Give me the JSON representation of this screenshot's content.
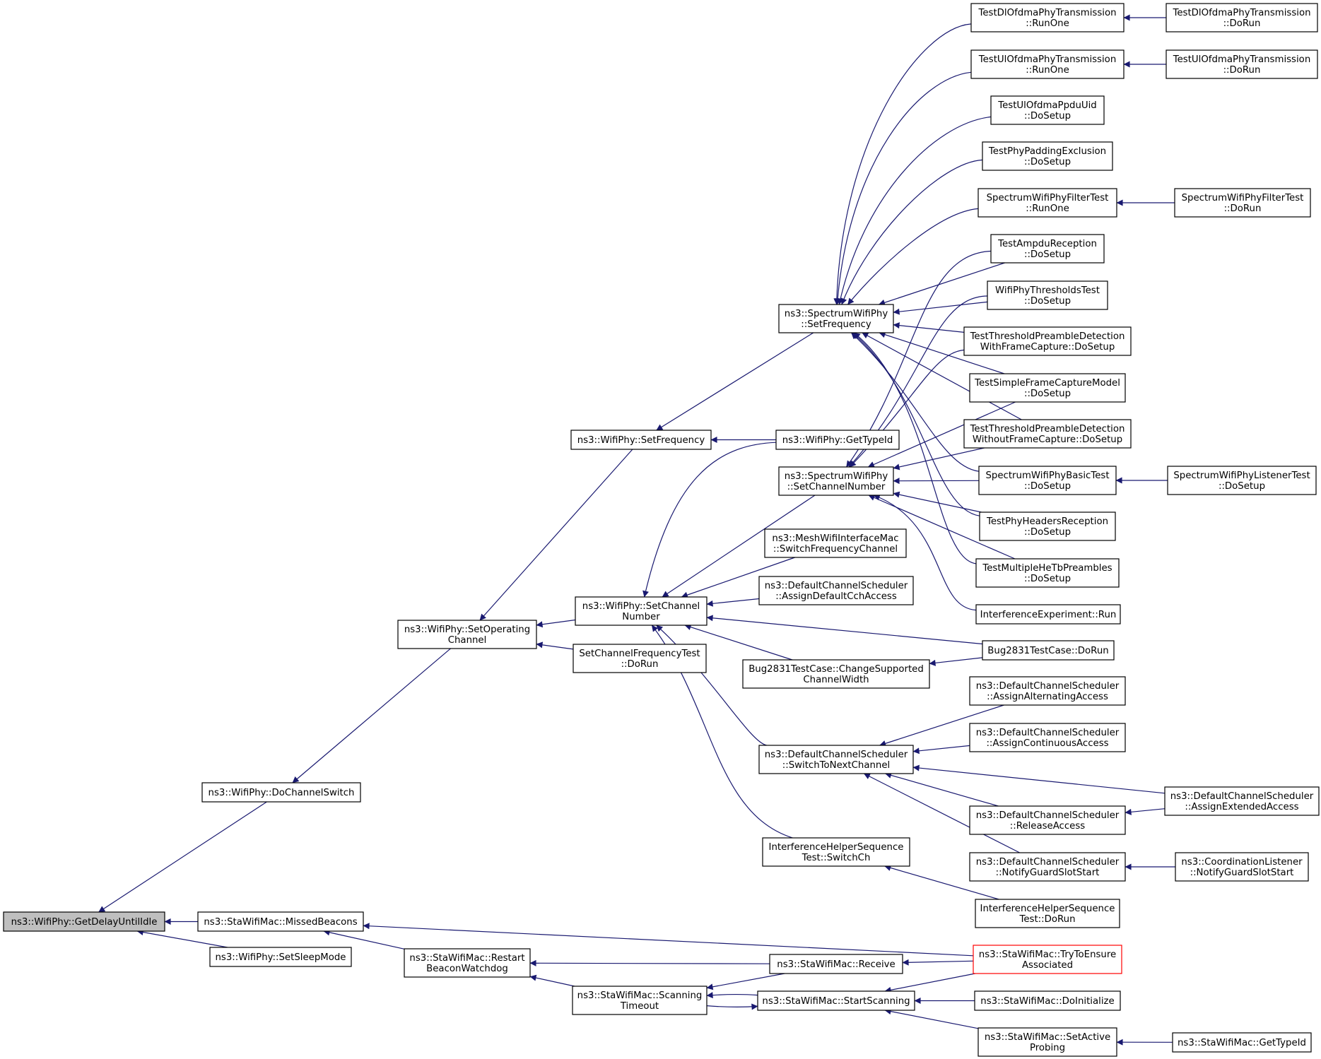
{
  "colors": {
    "edge": "#191970",
    "root_fill": "#bfbfbf",
    "node_border": "#000000",
    "highlight_border": "#ff0000"
  },
  "nodes": [
    {
      "id": "root",
      "lines": [
        "ns3::WifiPhy::GetDelayUntilIdle"
      ]
    },
    {
      "id": "doChannelSwitch",
      "lines": [
        "ns3::WifiPhy::DoChannelSwitch"
      ]
    },
    {
      "id": "missedBeacons",
      "lines": [
        "ns3::StaWifiMac::MissedBeacons"
      ]
    },
    {
      "id": "setSleepMode",
      "lines": [
        "ns3::WifiPhy::SetSleepMode"
      ]
    },
    {
      "id": "setOperatingChannel",
      "lines": [
        "ns3::WifiPhy::SetOperating",
        "Channel"
      ]
    },
    {
      "id": "restartBeacon",
      "lines": [
        "ns3::StaWifiMac::Restart",
        "BeaconWatchdog"
      ]
    },
    {
      "id": "wifiSetFrequency",
      "lines": [
        "ns3::WifiPhy::SetFrequency"
      ]
    },
    {
      "id": "wifiSetChannelNumber",
      "lines": [
        "ns3::WifiPhy::SetChannel",
        "Number"
      ]
    },
    {
      "id": "setChannelFreqTest",
      "lines": [
        "SetChannelFrequencyTest",
        "::DoRun"
      ]
    },
    {
      "id": "scanningTimeout",
      "lines": [
        "ns3::StaWifiMac::Scanning",
        "Timeout"
      ]
    },
    {
      "id": "spectrumSetFrequency",
      "lines": [
        "ns3::SpectrumWifiPhy",
        "::SetFrequency"
      ]
    },
    {
      "id": "getTypeIdPhy",
      "lines": [
        "ns3::WifiPhy::GetTypeId"
      ]
    },
    {
      "id": "spectrumSetChannelNumber",
      "lines": [
        "ns3::SpectrumWifiPhy",
        "::SetChannelNumber"
      ]
    },
    {
      "id": "meshSwitch",
      "lines": [
        "ns3::MeshWifiInterfaceMac",
        "::SwitchFrequencyChannel"
      ]
    },
    {
      "id": "assignDefaultCch",
      "lines": [
        "ns3::DefaultChannelScheduler",
        "::AssignDefaultCchAccess"
      ]
    },
    {
      "id": "bug2831Change",
      "lines": [
        "Bug2831TestCase::ChangeSupported",
        "ChannelWidth"
      ]
    },
    {
      "id": "switchToNextChannel",
      "lines": [
        "ns3::DefaultChannelScheduler",
        "::SwitchToNextChannel"
      ]
    },
    {
      "id": "interfSwitchCh",
      "lines": [
        "InterferenceHelperSequence",
        "Test::SwitchCh"
      ]
    },
    {
      "id": "receive",
      "lines": [
        "ns3::StaWifiMac::Receive"
      ]
    },
    {
      "id": "startScanning",
      "lines": [
        "ns3::StaWifiMac::StartScanning"
      ]
    },
    {
      "id": "dlOfdmaRunOne",
      "lines": [
        "TestDlOfdmaPhyTransmission",
        "::RunOne"
      ]
    },
    {
      "id": "ulOfdmaRunOne",
      "lines": [
        "TestUlOfdmaPhyTransmission",
        "::RunOne"
      ]
    },
    {
      "id": "ulPpduUid",
      "lines": [
        "TestUlOfdmaPpduUid",
        "::DoSetup"
      ]
    },
    {
      "id": "paddingExclusion",
      "lines": [
        "TestPhyPaddingExclusion",
        "::DoSetup"
      ]
    },
    {
      "id": "filterRunOne",
      "lines": [
        "SpectrumWifiPhyFilterTest",
        "::RunOne"
      ]
    },
    {
      "id": "ampduReception",
      "lines": [
        "TestAmpduReception",
        "::DoSetup"
      ]
    },
    {
      "id": "thresholdsTest",
      "lines": [
        "WifiPhyThresholdsTest",
        "::DoSetup"
      ]
    },
    {
      "id": "thresholdWith",
      "lines": [
        "TestThresholdPreambleDetection",
        "WithFrameCapture::DoSetup"
      ]
    },
    {
      "id": "simpleFrameCapture",
      "lines": [
        "TestSimpleFrameCaptureModel",
        "::DoSetup"
      ]
    },
    {
      "id": "thresholdWithout",
      "lines": [
        "TestThresholdPreambleDetection",
        "WithoutFrameCapture::DoSetup"
      ]
    },
    {
      "id": "basicTest",
      "lines": [
        "SpectrumWifiPhyBasicTest",
        "::DoSetup"
      ]
    },
    {
      "id": "headersReception",
      "lines": [
        "TestPhyHeadersReception",
        "::DoSetup"
      ]
    },
    {
      "id": "multipleHeTb",
      "lines": [
        "TestMultipleHeTbPreambles",
        "::DoSetup"
      ]
    },
    {
      "id": "interfExpRun",
      "lines": [
        "InterferenceExperiment::Run"
      ]
    },
    {
      "id": "bug2831DoRun",
      "lines": [
        "Bug2831TestCase::DoRun"
      ]
    },
    {
      "id": "assignAlternating",
      "lines": [
        "ns3::DefaultChannelScheduler",
        "::AssignAlternatingAccess"
      ]
    },
    {
      "id": "assignContinuous",
      "lines": [
        "ns3::DefaultChannelScheduler",
        "::AssignContinuousAccess"
      ]
    },
    {
      "id": "releaseAccess",
      "lines": [
        "ns3::DefaultChannelScheduler",
        "::ReleaseAccess"
      ]
    },
    {
      "id": "notifyGuardSched",
      "lines": [
        "ns3::DefaultChannelScheduler",
        "::NotifyGuardSlotStart"
      ]
    },
    {
      "id": "interfDoRun",
      "lines": [
        "InterferenceHelperSequence",
        "Test::DoRun"
      ]
    },
    {
      "id": "tryToEnsure",
      "lines": [
        "ns3::StaWifiMac::TryToEnsure",
        "Associated"
      ]
    },
    {
      "id": "doInitialize",
      "lines": [
        "ns3::StaWifiMac::DoInitialize"
      ]
    },
    {
      "id": "setActiveProbing",
      "lines": [
        "ns3::StaWifiMac::SetActive",
        "Probing"
      ]
    },
    {
      "id": "dlOfdmaDoRun",
      "lines": [
        "TestDlOfdmaPhyTransmission",
        "::DoRun"
      ]
    },
    {
      "id": "ulOfdmaDoRun",
      "lines": [
        "TestUlOfdmaPhyTransmission",
        "::DoRun"
      ]
    },
    {
      "id": "filterDoRun",
      "lines": [
        "SpectrumWifiPhyFilterTest",
        "::DoRun"
      ]
    },
    {
      "id": "listenerSetup",
      "lines": [
        "SpectrumWifiPhyListenerTest",
        "::DoSetup"
      ]
    },
    {
      "id": "assignExtended",
      "lines": [
        "ns3::DefaultChannelScheduler",
        "::AssignExtendedAccess"
      ]
    },
    {
      "id": "coordNotify",
      "lines": [
        "ns3::CoordinationListener",
        "::NotifyGuardSlotStart"
      ]
    },
    {
      "id": "staGetTypeId",
      "lines": [
        "ns3::StaWifiMac::GetTypeId"
      ]
    }
  ],
  "edges": [
    [
      "root",
      "doChannelSwitch"
    ],
    [
      "root",
      "missedBeacons"
    ],
    [
      "root",
      "setSleepMode"
    ],
    [
      "doChannelSwitch",
      "setOperatingChannel"
    ],
    [
      "missedBeacons",
      "restartBeacon"
    ],
    [
      "missedBeacons",
      "tryToEnsure"
    ],
    [
      "setOperatingChannel",
      "wifiSetFrequency"
    ],
    [
      "setOperatingChannel",
      "wifiSetChannelNumber"
    ],
    [
      "setOperatingChannel",
      "setChannelFreqTest"
    ],
    [
      "restartBeacon",
      "receive"
    ],
    [
      "restartBeacon",
      "scanningTimeout"
    ],
    [
      "wifiSetFrequency",
      "spectrumSetFrequency"
    ],
    [
      "wifiSetFrequency",
      "getTypeIdPhy"
    ],
    [
      "wifiSetChannelNumber",
      "getTypeIdPhy"
    ],
    [
      "wifiSetChannelNumber",
      "spectrumSetChannelNumber"
    ],
    [
      "wifiSetChannelNumber",
      "meshSwitch"
    ],
    [
      "wifiSetChannelNumber",
      "assignDefaultCch"
    ],
    [
      "wifiSetChannelNumber",
      "bug2831DoRun"
    ],
    [
      "wifiSetChannelNumber",
      "bug2831Change"
    ],
    [
      "wifiSetChannelNumber",
      "switchToNextChannel"
    ],
    [
      "wifiSetChannelNumber",
      "interfSwitchCh"
    ],
    [
      "scanningTimeout",
      "receive"
    ],
    [
      "scanningTimeout",
      "startScanning"
    ],
    [
      "startScanning",
      "scanningTimeout"
    ],
    [
      "spectrumSetFrequency",
      "dlOfdmaRunOne"
    ],
    [
      "spectrumSetFrequency",
      "ulOfdmaRunOne"
    ],
    [
      "spectrumSetFrequency",
      "ulPpduUid"
    ],
    [
      "spectrumSetFrequency",
      "paddingExclusion"
    ],
    [
      "spectrumSetFrequency",
      "filterRunOne"
    ],
    [
      "spectrumSetFrequency",
      "ampduReception"
    ],
    [
      "spectrumSetFrequency",
      "thresholdsTest"
    ],
    [
      "spectrumSetFrequency",
      "thresholdWith"
    ],
    [
      "spectrumSetFrequency",
      "simpleFrameCapture"
    ],
    [
      "spectrumSetFrequency",
      "thresholdWithout"
    ],
    [
      "spectrumSetFrequency",
      "basicTest"
    ],
    [
      "spectrumSetFrequency",
      "headersReception"
    ],
    [
      "spectrumSetFrequency",
      "multipleHeTb"
    ],
    [
      "spectrumSetChannelNumber",
      "ampduReception"
    ],
    [
      "spectrumSetChannelNumber",
      "thresholdsTest"
    ],
    [
      "spectrumSetChannelNumber",
      "thresholdWith"
    ],
    [
      "spectrumSetChannelNumber",
      "simpleFrameCapture"
    ],
    [
      "spectrumSetChannelNumber",
      "thresholdWithout"
    ],
    [
      "spectrumSetChannelNumber",
      "basicTest"
    ],
    [
      "spectrumSetChannelNumber",
      "headersReception"
    ],
    [
      "spectrumSetChannelNumber",
      "multipleHeTb"
    ],
    [
      "spectrumSetChannelNumber",
      "interfExpRun"
    ],
    [
      "bug2831Change",
      "bug2831DoRun"
    ],
    [
      "switchToNextChannel",
      "assignAlternating"
    ],
    [
      "switchToNextChannel",
      "assignContinuous"
    ],
    [
      "switchToNextChannel",
      "assignExtended"
    ],
    [
      "switchToNextChannel",
      "releaseAccess"
    ],
    [
      "switchToNextChannel",
      "notifyGuardSched"
    ],
    [
      "interfSwitchCh",
      "interfDoRun"
    ],
    [
      "receive",
      "tryToEnsure"
    ],
    [
      "startScanning",
      "tryToEnsure"
    ],
    [
      "startScanning",
      "doInitialize"
    ],
    [
      "startScanning",
      "setActiveProbing"
    ],
    [
      "dlOfdmaRunOne",
      "dlOfdmaDoRun"
    ],
    [
      "ulOfdmaRunOne",
      "ulOfdmaDoRun"
    ],
    [
      "filterRunOne",
      "filterDoRun"
    ],
    [
      "basicTest",
      "listenerSetup"
    ],
    [
      "releaseAccess",
      "assignExtended"
    ],
    [
      "notifyGuardSched",
      "coordNotify"
    ],
    [
      "setActiveProbing",
      "staGetTypeId"
    ]
  ]
}
